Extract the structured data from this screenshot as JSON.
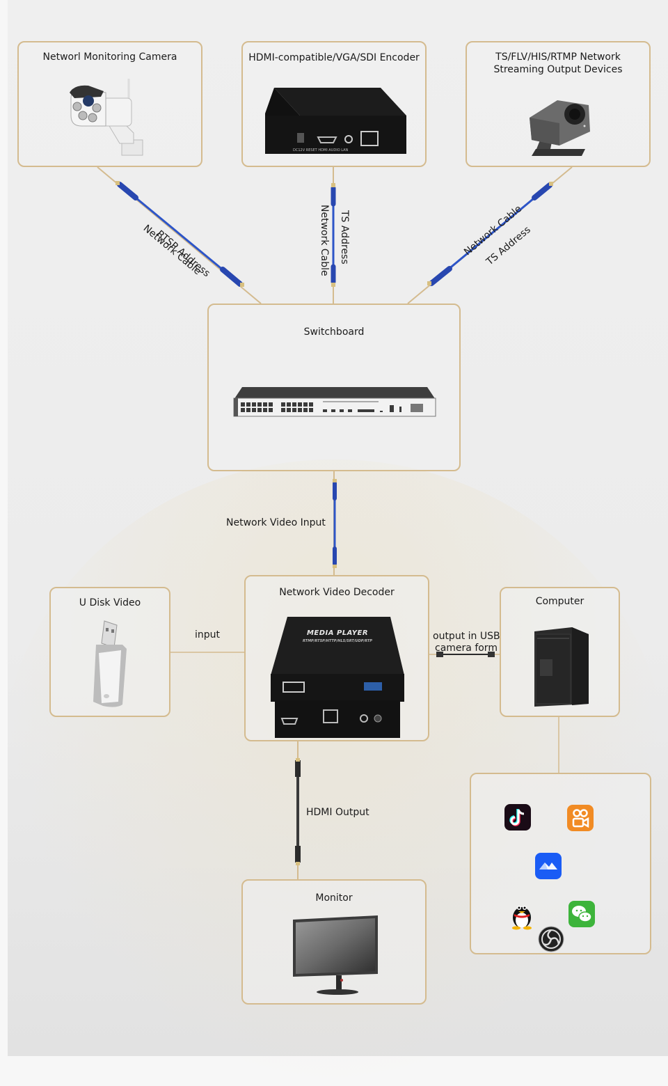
{
  "diagram": {
    "nodes": {
      "camera": {
        "title": "Networl Monitoring Camera",
        "icon": "security-camera-icon"
      },
      "encoder": {
        "title": "HDMI-compatible/VGA/SDI Encoder",
        "icon": "encoder-box-icon",
        "ports": [
          "DC12V",
          "RESET",
          "HDMI",
          "AUDIO",
          "LAN"
        ]
      },
      "streaming": {
        "title_line1": "TS/FLV/HIS/RTMP Network",
        "title_line2": "Streaming Output Devices",
        "icon": "webcam-icon"
      },
      "switchboard": {
        "title": "Switchboard",
        "icon": "network-switch-icon"
      },
      "decoder": {
        "title": "Network Video Decoder",
        "icon": "media-player-icon",
        "brand": "MEDIA PLAYER",
        "protocols": "RTMP/RTSP/HTTP/HLS/SRT/UDP/RTP"
      },
      "udisk": {
        "title": "U Disk Video",
        "icon": "usb-drive-icon"
      },
      "computer": {
        "title": "Computer",
        "icon": "pc-tower-icon"
      },
      "monitor": {
        "title": "Monitor",
        "icon": "monitor-icon"
      },
      "apps": {
        "icons": [
          "tiktok-icon",
          "kuaishou-icon",
          "tencent-meeting-icon",
          "qq-icon",
          "wechat-icon",
          "obs-icon"
        ]
      }
    },
    "edges": {
      "camera_switch": {
        "label1": "RTSP Address",
        "label2": "Network Cable"
      },
      "encoder_switch": {
        "label1": "TS Address",
        "label2": "Network Cable"
      },
      "streaming_switch": {
        "label1": "Network Cable",
        "label2": "TS Address"
      },
      "switch_decoder": {
        "label": "Network Video Input"
      },
      "udisk_decoder": {
        "label": "input"
      },
      "decoder_computer": {
        "label_line1": "output in USB",
        "label_line2": "camera form"
      },
      "decoder_monitor": {
        "label": "HDMI Output"
      }
    },
    "colors": {
      "border": "#d4bb8f",
      "cable_blue": "#2d55c8",
      "hdmi_cable": "#3a3a3a"
    }
  }
}
